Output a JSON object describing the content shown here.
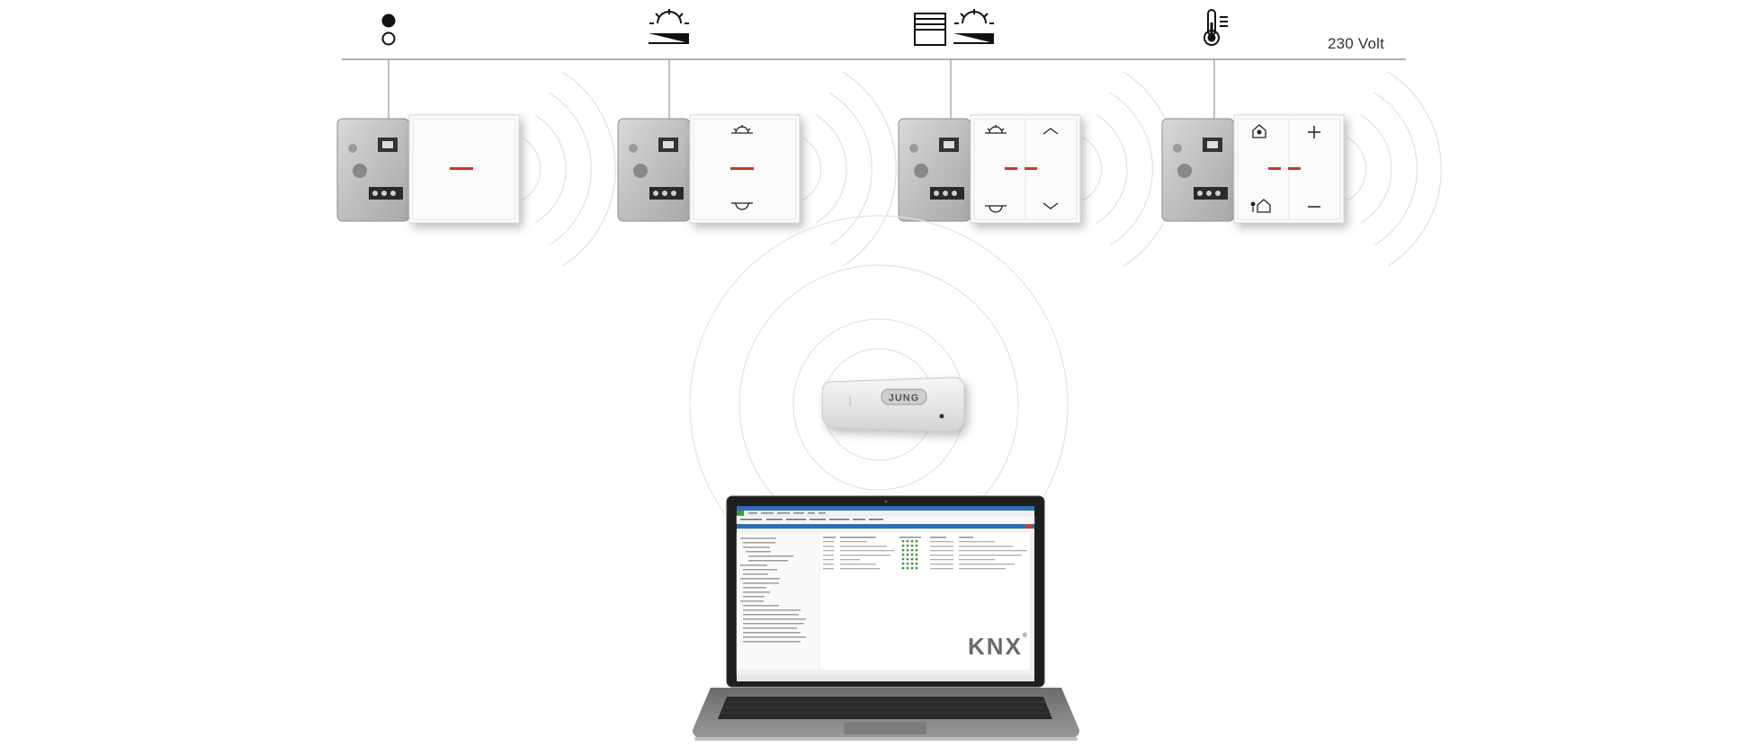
{
  "bus": {
    "voltage_label": "230 Volt"
  },
  "devices": [
    {
      "icon": "on-off-icon",
      "buttons": [
        "",
        ""
      ]
    },
    {
      "icon": "dimmer-icon",
      "buttons": [
        "dim-up",
        "dim-down"
      ]
    },
    {
      "icon": "blind-and-dimmer-icon",
      "buttons": [
        "dim-up",
        "arrow-up",
        "dim-down",
        "arrow-down"
      ]
    },
    {
      "icon": "thermostat-icon",
      "buttons": [
        "home",
        "plus",
        "away",
        "minus"
      ]
    }
  ],
  "usb_stick": {
    "brand": "JUNG"
  },
  "laptop": {
    "software_logo": "KNX"
  },
  "colors": {
    "line": "#9a9a9a",
    "led": "#d2351c",
    "screen_accent": "#3c9a3c",
    "screen_titlebar": "#2f6fb5"
  }
}
